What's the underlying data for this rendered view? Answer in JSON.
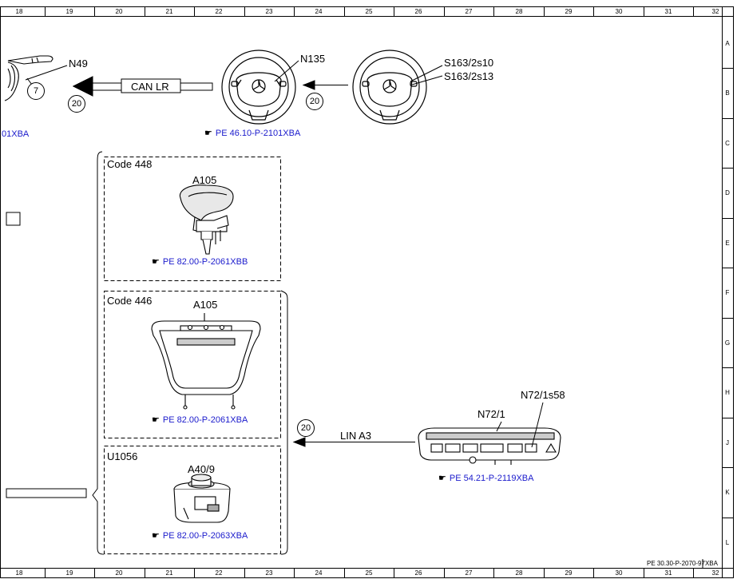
{
  "frame": {
    "columns": [
      "18",
      "19",
      "20",
      "21",
      "22",
      "23",
      "24",
      "25",
      "26",
      "27",
      "28",
      "29",
      "30",
      "31",
      "32"
    ],
    "rows": [
      "A",
      "B",
      "C",
      "D",
      "E",
      "F",
      "G",
      "H",
      "J",
      "K",
      "L"
    ],
    "sheet_ref": "PE 30.30-P-2070-97XBA"
  },
  "top": {
    "n49_label": "N49",
    "n49_circle": "7",
    "can_label": "CAN LR",
    "can_circle": "20",
    "left_ref_partial": "01XBA",
    "n135_label": "N135",
    "n135_ref": "PE 46.10-P-2101XBA",
    "mid_circle": "20",
    "switch_label_1": "S163/2s10",
    "switch_label_2": "S163/2s13"
  },
  "group": {
    "code448": {
      "title": "Code 448",
      "component": "A105",
      "ref": "PE 82.00-P-2061XBB"
    },
    "code446": {
      "title": "Code 446",
      "component": "A105",
      "ref": "PE 82.00-P-2061XBA"
    },
    "u1056": {
      "title": "U1056",
      "component": "A40/9",
      "ref": "PE 82.00-P-2063XBA"
    }
  },
  "lin": {
    "circle": "20",
    "label": "LIN A3",
    "n72_1": "N72/1",
    "n72_1s58": "N72/1s58",
    "ref": "PE 54.21-P-2119XBA"
  }
}
